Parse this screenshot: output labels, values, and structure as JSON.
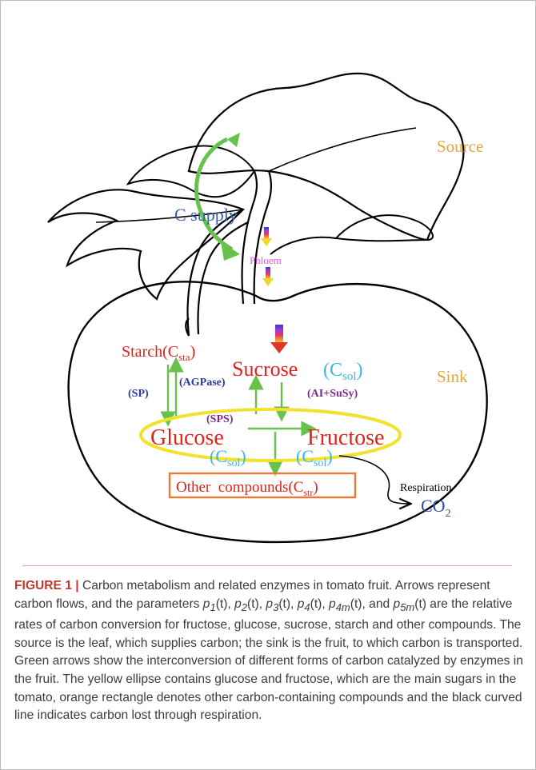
{
  "figure": {
    "labels": {
      "source": "Source",
      "sink": "Sink",
      "c_supply": "C supply",
      "phloem": "Phloem",
      "starch": "Starch",
      "c_sta": "C",
      "c_sta_sub": "sta",
      "sucrose": "Sucrose",
      "c_sol": "C",
      "c_sol_sub": "sol",
      "glucose": "Glucose",
      "fructose": "Fructose",
      "other_compounds": "Other  compounds",
      "c_str": "C",
      "c_str_sub": "str",
      "respiration": "Respiration",
      "co2": "CO",
      "co2_sub": "2"
    },
    "enzymes": {
      "sp": "(SP)",
      "agpase": "(AGPase)",
      "ai_susy": "(AI+SuSy)",
      "sps": "(SPS)"
    },
    "colors": {
      "source_label": "#e8a33a",
      "sink_label": "#e8a33a",
      "sugar_red": "#e0221b",
      "c_blue": "#38b6e8",
      "enzyme_blue": "#2c3a9c",
      "sps_purple": "#7a2a8c",
      "green_arrow": "#66c24a",
      "ellipse_yellow": "#f2e230",
      "rect_orange": "#e87a35",
      "phloem_pink": "#e25bd8",
      "co2_blue": "#2a4fa0"
    }
  },
  "caption": {
    "label": "FIGURE 1",
    "separator": " | ",
    "text_1": "Carbon metabolism and related enzymes in tomato fruit. Arrows represent carbon flows, and the parameters ",
    "p1": "p",
    "p1_sub": "1",
    "p1_t": "(t), ",
    "p2": "p",
    "p2_sub": "2",
    "p2_t": "(t), ",
    "p3": "p",
    "p3_sub": "3",
    "p3_t": "(t), ",
    "p4": "p",
    "p4_sub": "4",
    "p4_t": "(t), ",
    "p4m": "p",
    "p4m_sub": "4m",
    "p4m_t": "(t), and ",
    "p5m": "p",
    "p5m_sub": "5m",
    "p5m_t": "(t)",
    "text_2": " are the relative rates of carbon conversion for fructose, glucose, sucrose, starch and other compounds. The source is the leaf, which supplies carbon; the sink is the fruit, to which carbon is transported. Green arrows show the interconversion of different forms of carbon catalyzed by enzymes in the fruit. The yellow ellipse contains glucose and fructose, which are the main sugars in the tomato, orange rectangle denotes other carbon-containing compounds and the black curved line indicates carbon lost through respiration."
  }
}
